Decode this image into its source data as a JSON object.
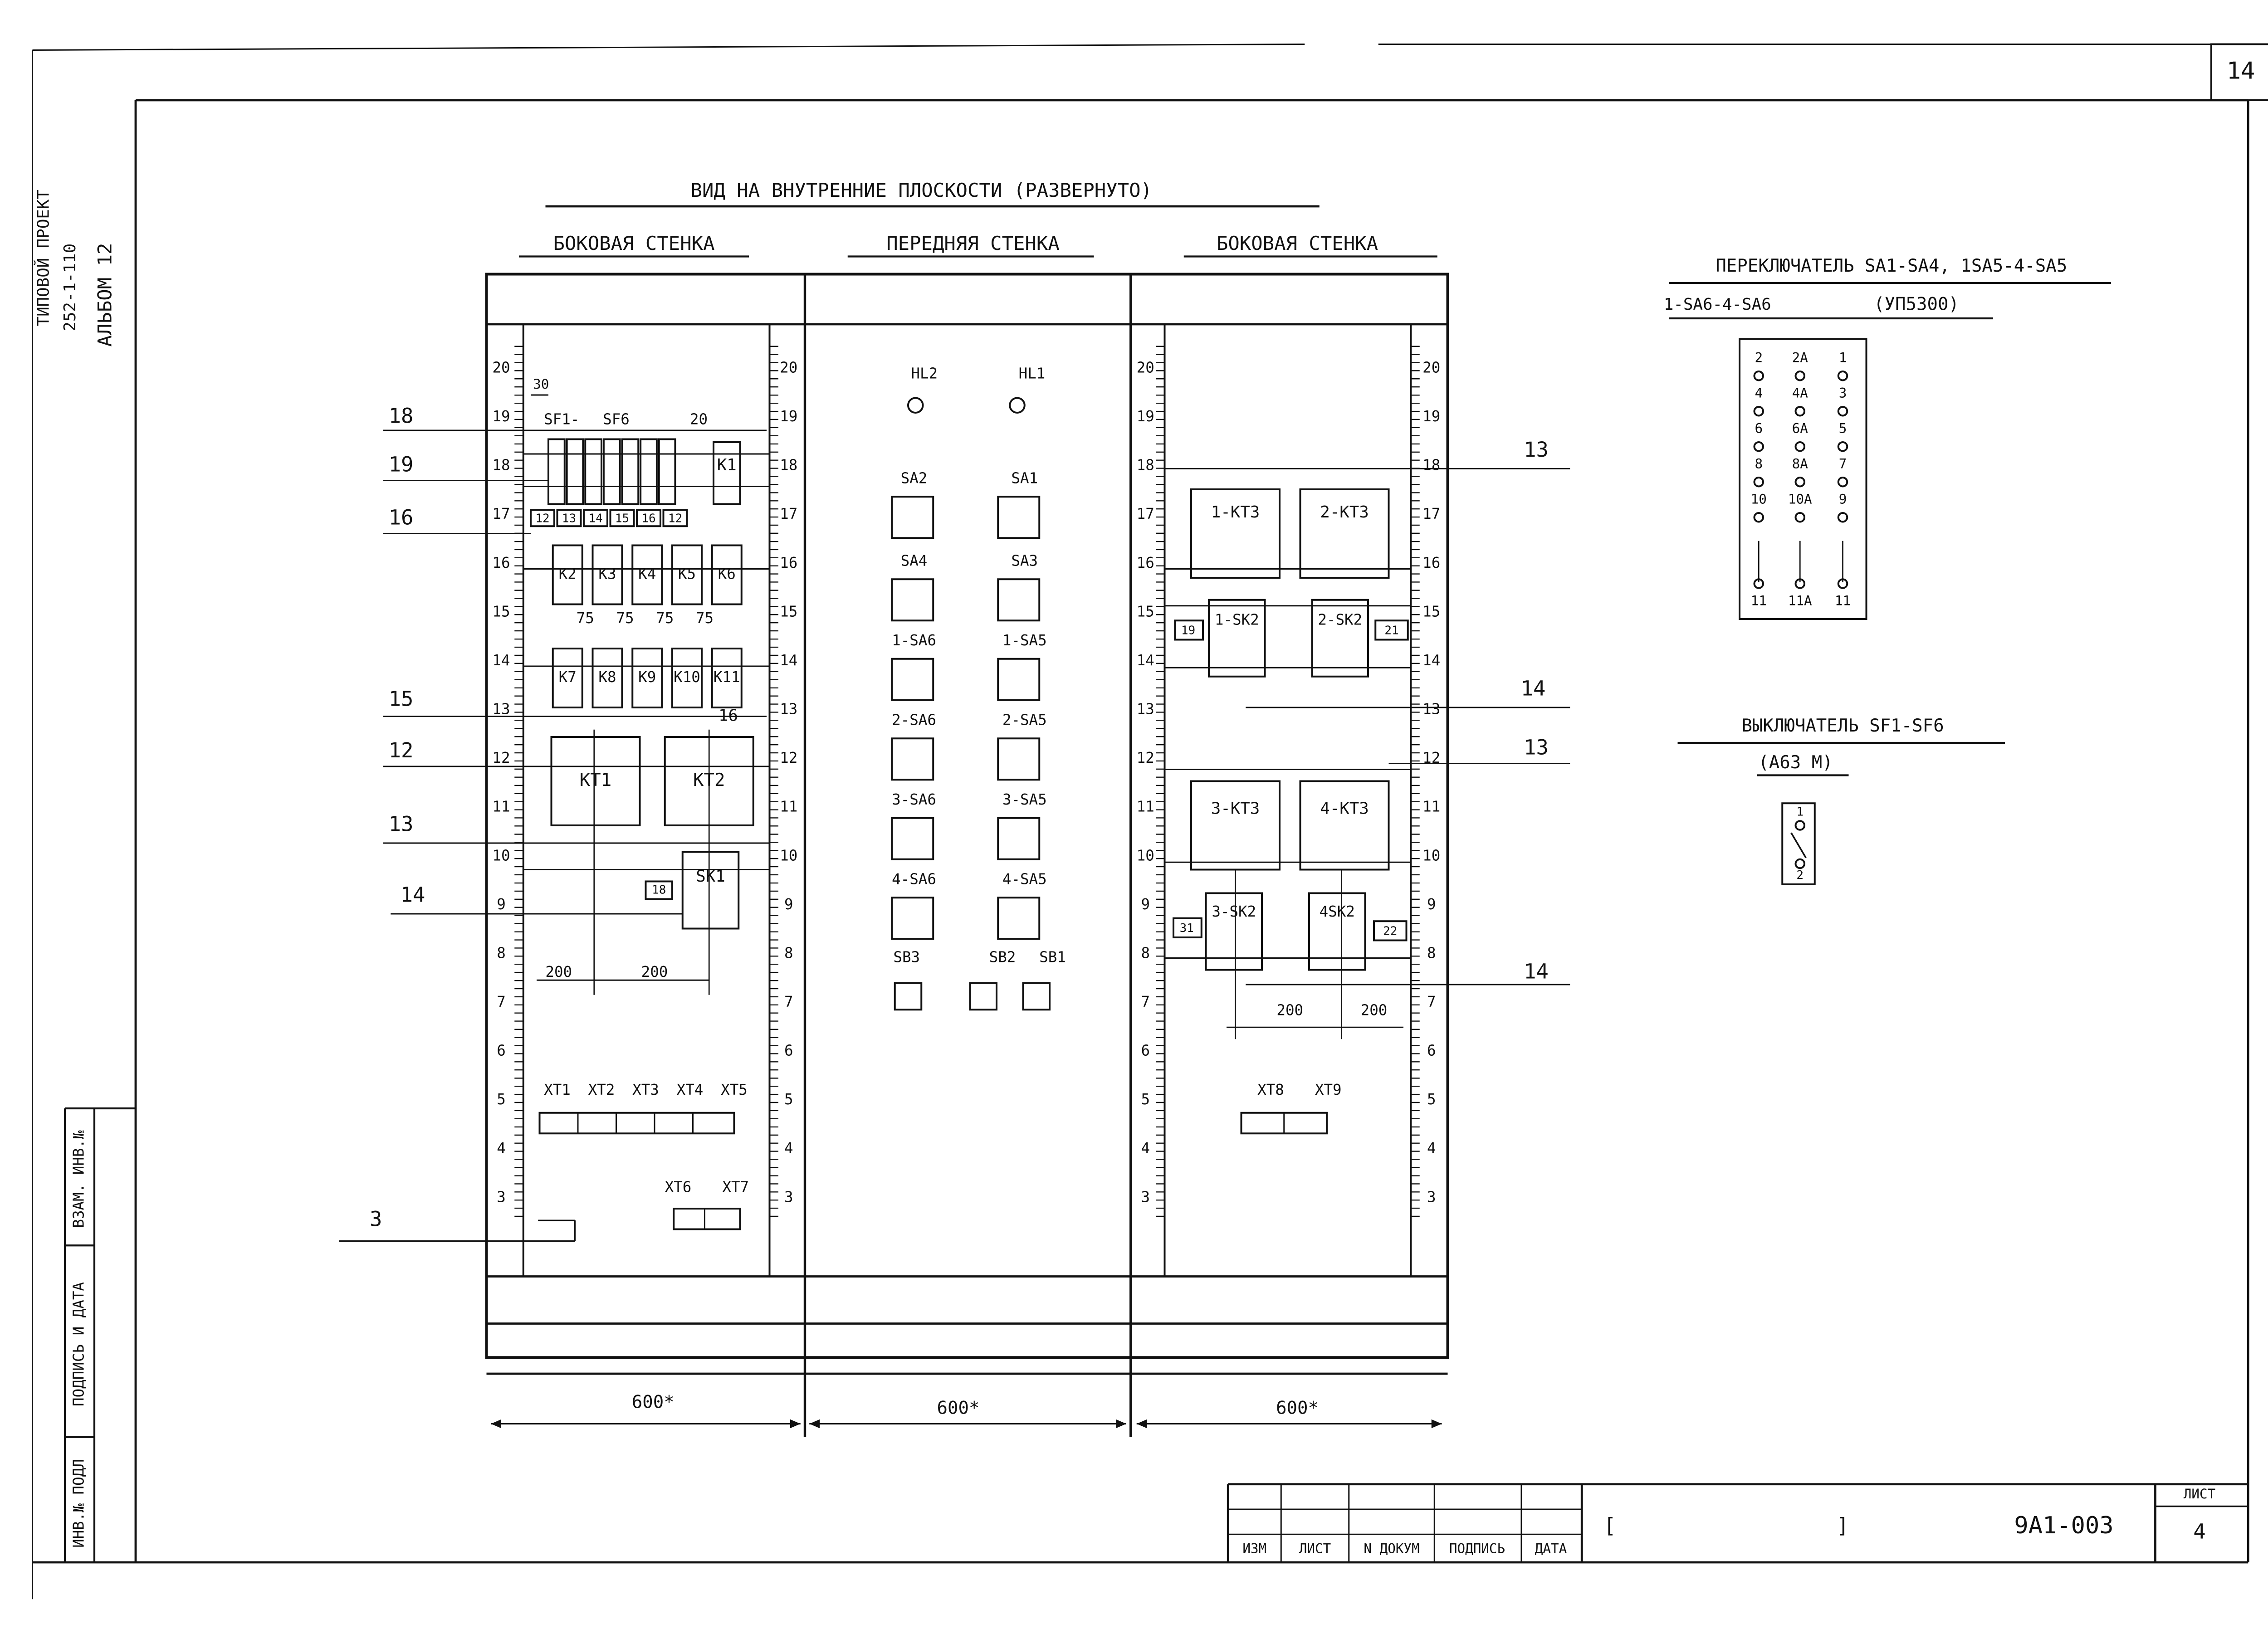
{
  "sheet": {
    "corner_number": "14",
    "side_stamp": [
      "ТИПОВОЙ ПРОЕКТ",
      "252-1-110",
      "АЛЬБОМ 12"
    ],
    "side_columns": [
      "ИНВ.№ ПОДЛ",
      "ПОДПИСЬ И ДАТА",
      "ВЗАМ. ИНВ.№"
    ]
  },
  "title": "ВИД НА ВНУТРЕННИЕ ПЛОСКОСТИ (РАЗВЕРНУТО)",
  "walls": {
    "left": {
      "title": "БОКОВАЯ СТЕНКА",
      "switch_labels": [
        "SF1-",
        "SF6"
      ],
      "dim_small": [
        "30",
        "20"
      ],
      "breaker_numbers": [
        "12",
        "13",
        "14",
        "15",
        "16",
        "12"
      ],
      "relays_top": [
        "K1"
      ],
      "relays_row1": [
        "K2",
        "K3",
        "K4",
        "K5",
        "K6"
      ],
      "relays_row2": [
        "K7",
        "K8",
        "K9",
        "K10",
        "K11"
      ],
      "gap_labels": [
        "75",
        "75",
        "75",
        "75"
      ],
      "note16": "16",
      "timers": [
        "KT1",
        "KT2"
      ],
      "sk": "SK1",
      "sk_tag": "18",
      "dims": [
        "200",
        "200"
      ],
      "terminal_labels1": [
        "XT1",
        "XT2",
        "XT3",
        "XT4",
        "XT5"
      ],
      "terminal_labels2": [
        "XT6",
        "XT7"
      ],
      "width": "600*"
    },
    "front": {
      "title": "ПЕРЕДНЯЯ СТЕНКА",
      "lamps": [
        "HL2",
        "HL1"
      ],
      "sa_left": [
        "SA2",
        "SA4",
        "1-SA6",
        "2-SA6",
        "3-SA6",
        "4-SA6"
      ],
      "sa_right": [
        "SA1",
        "SA3",
        "1-SA5",
        "2-SA5",
        "3-SA5",
        "4-SA5"
      ],
      "buttons": [
        "SB3",
        "SB2",
        "SB1"
      ],
      "width": "600*"
    },
    "right": {
      "title": "БОКОВАЯ СТЕНКА",
      "timers_top": [
        "1-KT3",
        "2-KT3"
      ],
      "sk_top": [
        "1-SK2",
        "2-SK2"
      ],
      "tags_top": [
        "19",
        "21"
      ],
      "timers_bottom": [
        "3-KT3",
        "4-KT3"
      ],
      "sk_bottom": [
        "3-SK2",
        "4SK2"
      ],
      "tags_bottom": [
        "31",
        "22"
      ],
      "dims": [
        "200",
        "200"
      ],
      "terminal_labels": [
        "XT8",
        "XT9"
      ],
      "width": "600*"
    }
  },
  "scale_numbers": [
    "20",
    "19",
    "18",
    "17",
    "16",
    "15",
    "14",
    "13",
    "12",
    "11",
    "10",
    "9",
    "8",
    "7",
    "6",
    "5",
    "4",
    "3"
  ],
  "callouts": {
    "left": [
      "18",
      "19",
      "16",
      "15",
      "12",
      "13",
      "14",
      "3"
    ],
    "right": [
      "13",
      "14",
      "13",
      "14"
    ]
  },
  "switch_legend": {
    "title1": "ПЕРЕКЛЮЧАТЕЛЬ SA1-SA4, 1SA5-4-SA5",
    "title2": "1-SA6-4-SA6",
    "model": "(УП5300)",
    "col1": [
      "2",
      "4",
      "6",
      "8",
      "10",
      "11"
    ],
    "col2": [
      "2А",
      "4А",
      "6А",
      "8А",
      "10А",
      "11А"
    ],
    "col3": [
      "1",
      "3",
      "5",
      "7",
      "9",
      "11"
    ]
  },
  "breaker_legend": {
    "title": "ВЫКЛЮЧАТЕЛЬ SF1-SF6",
    "model": "(А63 М)",
    "pins": [
      "1",
      "2"
    ]
  },
  "title_block": {
    "headers": [
      "ИЗМ",
      "ЛИСТ",
      "N ДОКУМ",
      "ПОДПИСЬ",
      "ДАТА"
    ],
    "bracket_open": "[",
    "bracket_close": "]",
    "code": "9А1-003",
    "sheet_label": "ЛИСТ",
    "sheet_number": "4"
  }
}
